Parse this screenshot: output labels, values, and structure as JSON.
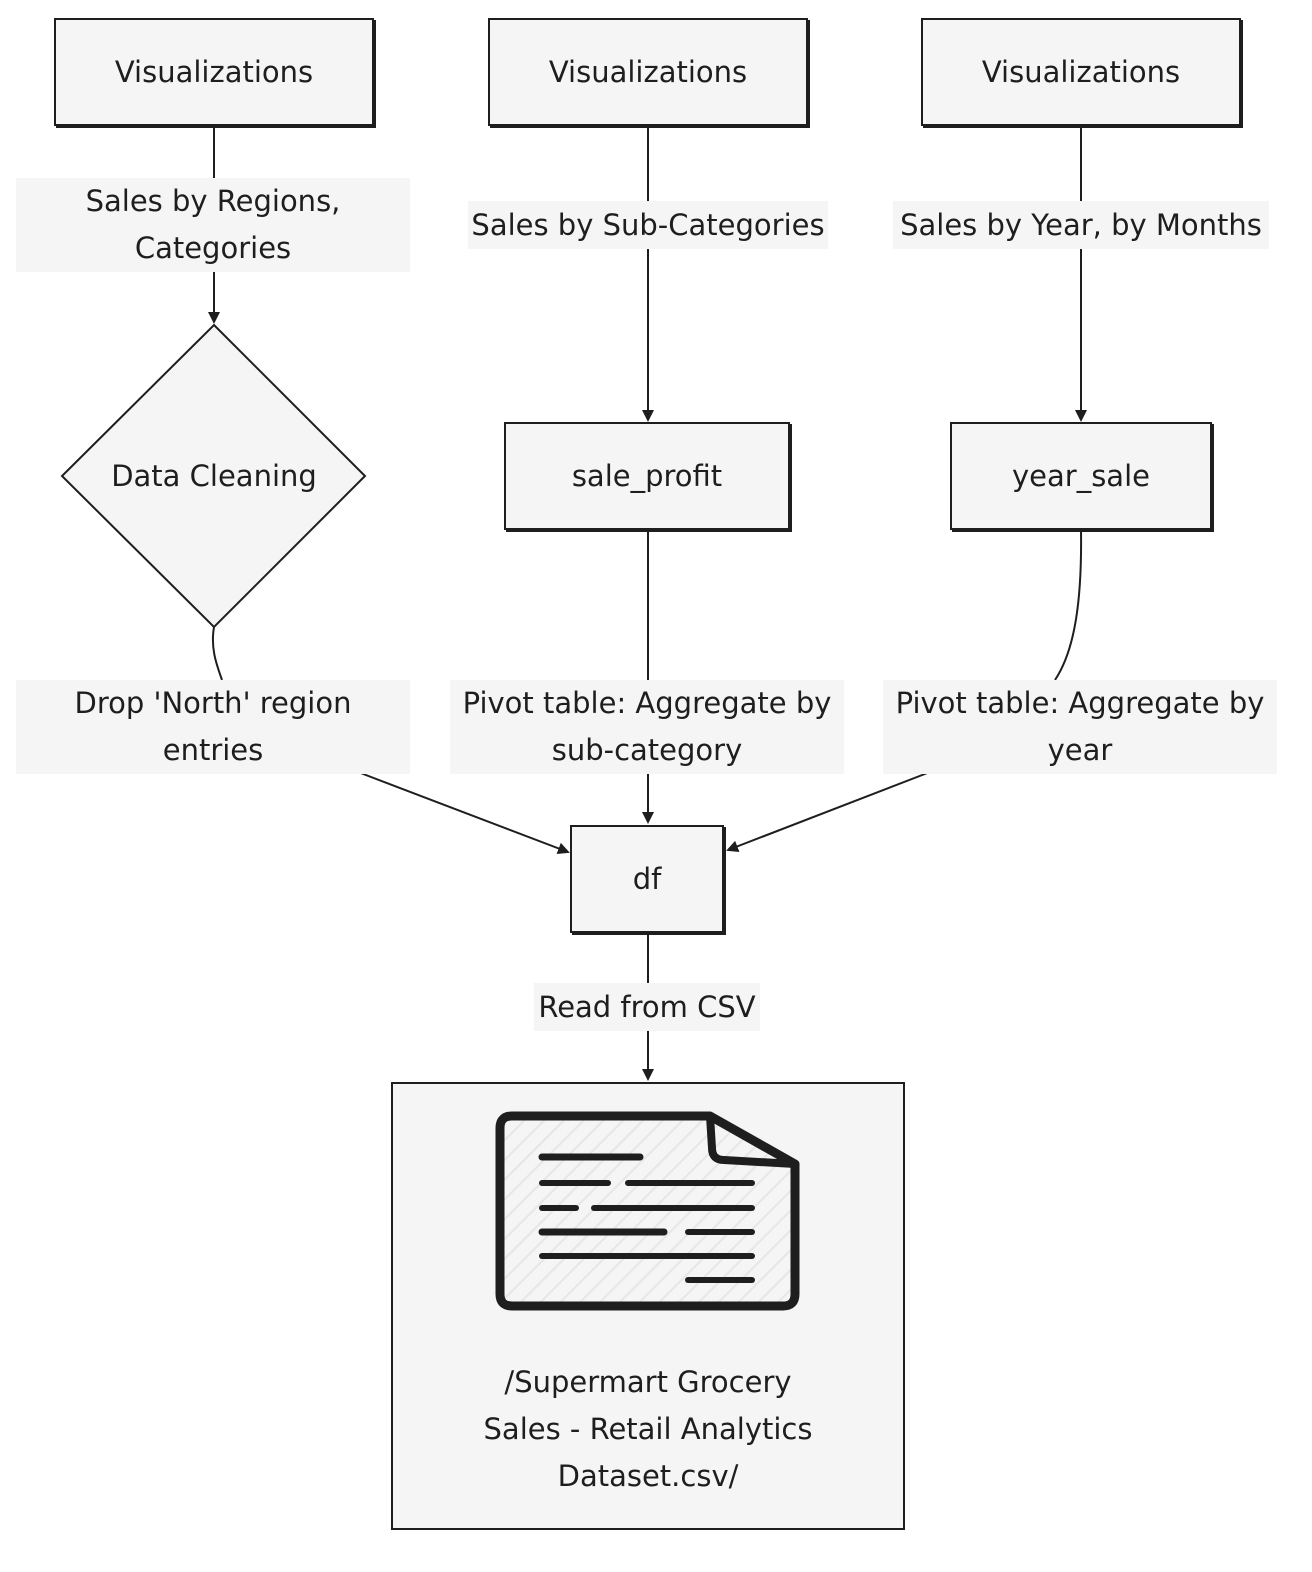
{
  "nodes": {
    "viz_left": "Visualizations",
    "viz_mid": "Visualizations",
    "viz_right": "Visualizations",
    "data_cleaning": "Data Cleaning",
    "sale_profit": "sale_profit",
    "year_sale": "year_sale",
    "df": "df",
    "csv_file": {
      "line1": "/Supermart Grocery",
      "line2": "Sales - Retail Analytics",
      "line3": "Dataset.csv/"
    }
  },
  "edges": {
    "sales_regions": {
      "line1": "Sales by Regions,",
      "line2": "Categories"
    },
    "sales_subcat": "Sales by Sub-Categories",
    "sales_year": "Sales by Year, by Months",
    "drop_north": {
      "line1": "Drop 'North' region",
      "line2": "entries"
    },
    "pivot_subcat": {
      "line1": "Pivot table: Aggregate by",
      "line2": "sub-category"
    },
    "pivot_year": {
      "line1": "Pivot table: Aggregate by",
      "line2": "year"
    },
    "read_csv": "Read from CSV"
  },
  "icons": {
    "file": "document-icon"
  },
  "colors": {
    "stroke": "#1e1e1e",
    "fill": "#f5f5f5",
    "background": "#ffffff"
  }
}
